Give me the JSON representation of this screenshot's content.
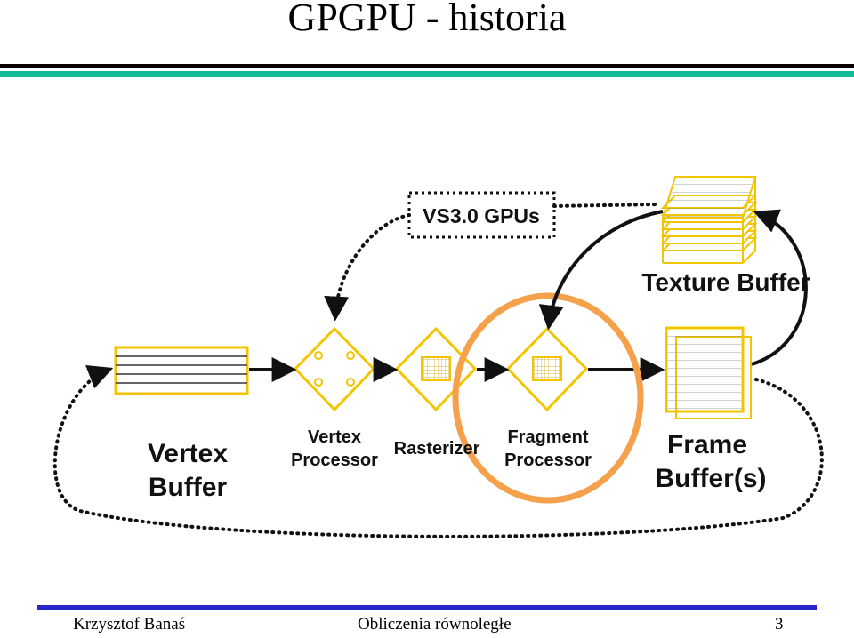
{
  "slide": {
    "title": "GPGPU - historia",
    "accent_color": "#13b996",
    "footer_bar_color": "#2727cc",
    "footer": {
      "author": "Krzysztof Banaś",
      "course": "Obliczenia równoległe",
      "page": "3"
    }
  },
  "diagram": {
    "badge": "VS3.0 GPUs",
    "texture_buffer_label": "Texture Buffer",
    "vertex_buffer_label": [
      "Vertex",
      "Buffer"
    ],
    "vertex_processor_label": [
      "Vertex",
      "Processor"
    ],
    "rasterizer_label": "Rasterizer",
    "fragment_processor_label": [
      "Fragment",
      "Processor"
    ],
    "frame_buffer_label": [
      "Frame",
      "Buffer(s)"
    ],
    "colors": {
      "stage": "#f2c500",
      "highlight": "#f5a04a",
      "arrow": "#111111"
    }
  }
}
